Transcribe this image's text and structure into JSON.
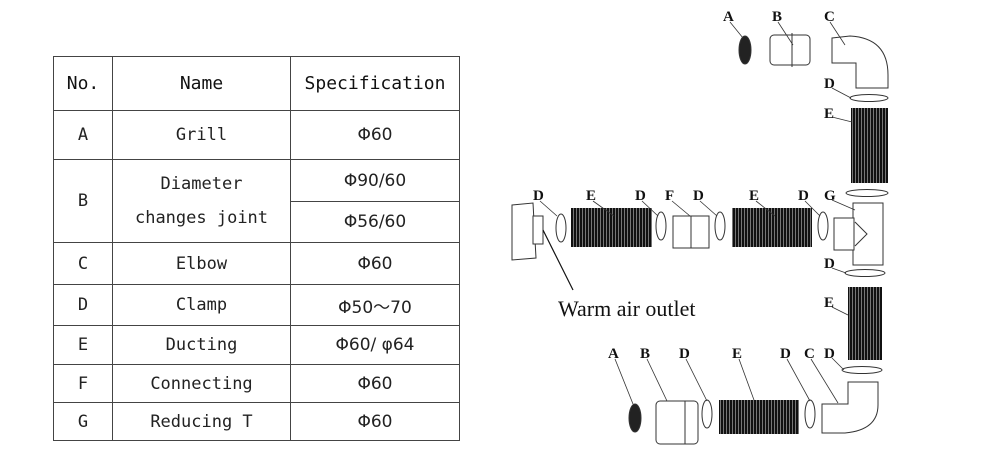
{
  "table": {
    "headers": {
      "no": "No.",
      "name": "Name",
      "spec": "Specification"
    },
    "rows": [
      {
        "no": "A",
        "name": "Grill",
        "spec": [
          "Φ60"
        ]
      },
      {
        "no": "B",
        "name_line1": "Diameter",
        "name_line2": "changes joint",
        "spec": [
          "Φ90/60",
          "Φ56/60"
        ]
      },
      {
        "no": "C",
        "name": "Elbow",
        "spec": [
          "Φ60"
        ]
      },
      {
        "no": "D",
        "name": "Clamp",
        "spec": [
          "Φ50～70"
        ]
      },
      {
        "no": "E",
        "name": "Ducting",
        "spec": [
          "Φ60/ φ64"
        ]
      },
      {
        "no": "F",
        "name": "Connecting",
        "spec": [
          "Φ60"
        ]
      },
      {
        "no": "G",
        "name": "Reducing T",
        "spec": [
          "Φ60"
        ]
      }
    ]
  },
  "diagram": {
    "caption": "Warm air outlet",
    "top_callouts": [
      "A",
      "B",
      "C",
      "D",
      "E",
      "G",
      "D",
      "E",
      "D"
    ],
    "middle_callouts": [
      "D",
      "E",
      "D",
      "F",
      "D",
      "E",
      "D"
    ],
    "bottom_callouts": [
      "A",
      "B",
      "D",
      "E",
      "D",
      "C"
    ]
  }
}
